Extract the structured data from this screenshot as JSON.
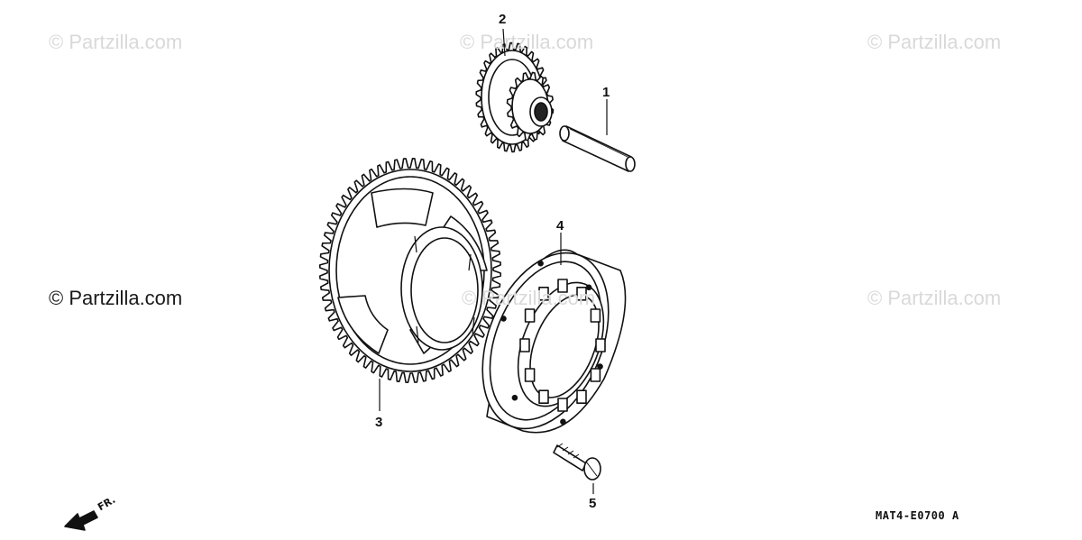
{
  "watermarks": {
    "top_left": "© Partzilla.com",
    "top_center": "© Partzilla.com",
    "top_right": "© Partzilla.com",
    "mid_left": "© Partzilla.com",
    "mid_center": "© Partzilla.com",
    "mid_right": "© Partzilla.com"
  },
  "callouts": {
    "part_1": "1",
    "part_2": "2",
    "part_3": "3",
    "part_4": "4",
    "part_5": "5"
  },
  "diagram_code": "MAT4-E0700 A",
  "front_indicator": "FR.",
  "colors": {
    "line": "#111111",
    "background": "#ffffff",
    "watermark": "#d9d9d9"
  },
  "icons": {
    "front_arrow": "front-direction-arrow-icon"
  }
}
